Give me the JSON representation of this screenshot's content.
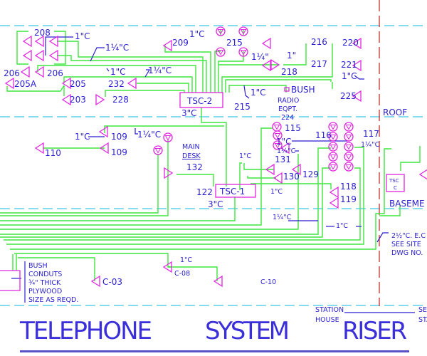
{
  "title": {
    "word1": "TELEPHONE",
    "word2": "SYSTEM",
    "word3": "RISER"
  },
  "legend": {
    "station_house_1": "STATION",
    "station_house_2": "HOUSE",
    "right_1": "SE",
    "right_2": "STA"
  },
  "levels": {
    "roof": "ROOF",
    "basement": "BASEME"
  },
  "cabinets": {
    "tsc2": "TSC-2",
    "tsc1": "TSC-1",
    "tscc_1": "TSC",
    "tscc_2": "C"
  },
  "rooms": {
    "r208": "208",
    "r206a": "206",
    "r206b": "206",
    "r205a": "205A",
    "r205": "205",
    "r203": "203",
    "r232": "232",
    "r228": "228",
    "r209": "209",
    "r215a": "215",
    "r215b": "215",
    "r216": "216",
    "r217": "217",
    "r218": "218",
    "r220": "220",
    "r221": "221",
    "r225": "225",
    "r224": "224",
    "r115": "115",
    "r116": "116",
    "r117": "117",
    "r109a": "109",
    "r109b": "109",
    "r110": "110",
    "r131": "131",
    "r130": "130",
    "r129": "129",
    "r132": "132",
    "r122": "122",
    "r118": "118",
    "r119": "119",
    "c08": "C-08",
    "c10": "C-10",
    "c03": "C-03"
  },
  "conduits": {
    "c1": "1\"C",
    "c2": "1¼\"C",
    "c3": "1\"C",
    "c4": "1¼\"C",
    "c5": "1\"C",
    "c6": "1¼\"",
    "c7": "1\"",
    "c8": "1\"C",
    "c9": "1\"C",
    "c10": "3\"C",
    "c11": "1\"C",
    "c12": "1¼\"C",
    "c13": "1¼\"C",
    "c14": "1\"C",
    "c15": "1¼\"C",
    "c16": "1\"C",
    "c17": "1\"C",
    "c18": "3\"C",
    "c19": "1¼\"C",
    "c20": "1\"C",
    "c21": "1\"C"
  },
  "notes": {
    "bush": "BUSH",
    "radio": "RADIO",
    "eqpt": "EQPT.",
    "main": "MAIN",
    "desk": "DESK",
    "ec1": "2½\"C. E.C",
    "ec2": "SEE SITE",
    "ec3": "DWG NO.",
    "bc1": "BUSH",
    "bc2": "CONDUTS",
    "bc3": "¾\" THICK",
    "bc4": "PLYWOOD",
    "bc5": "SIZE AS REQD."
  },
  "colors": {
    "conduit": "#3ee63e",
    "outlet": "#e026e0",
    "text": "#2a1fd0",
    "floor_line": "#3cc8e8",
    "building_line": "#c83030"
  }
}
